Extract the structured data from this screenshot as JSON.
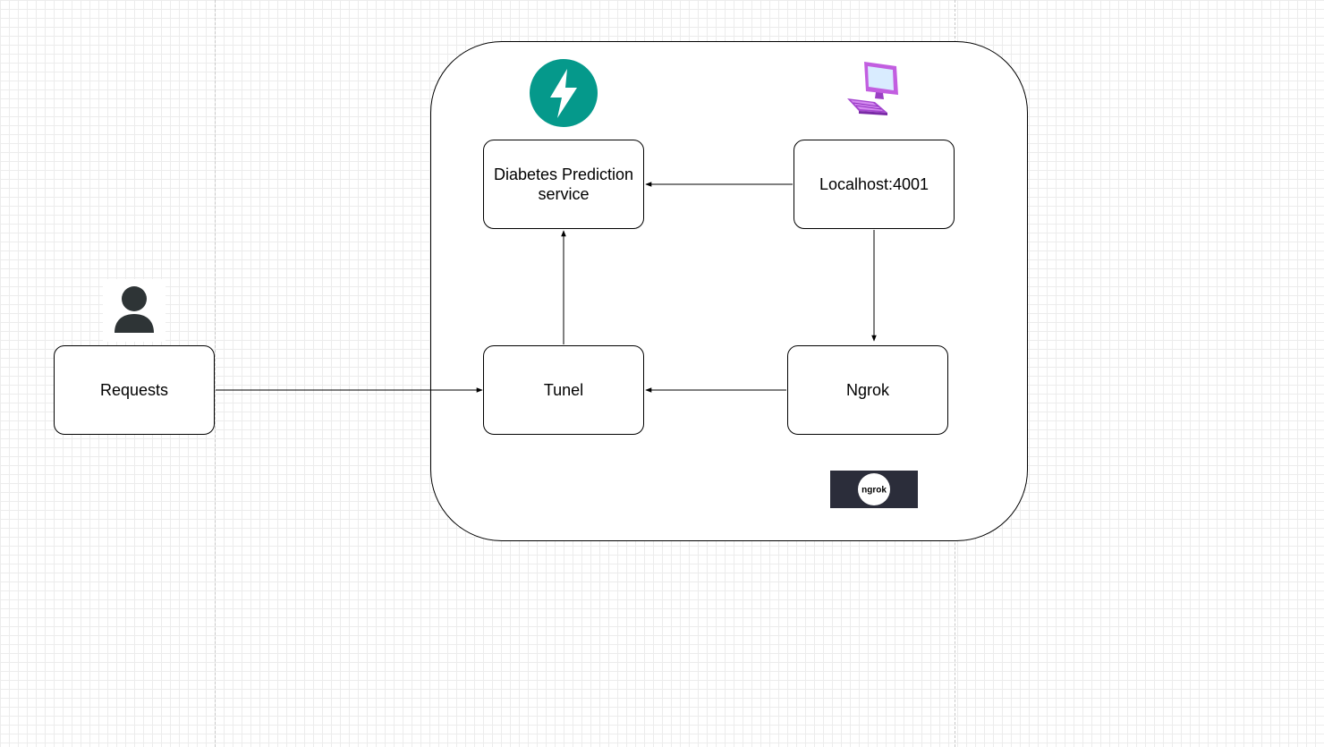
{
  "nodes": {
    "requests": "Requests",
    "tunel": "Tunel",
    "diabetes": "Diabetes Prediction service",
    "localhost": "Localhost:4001",
    "ngrok": "Ngrok"
  },
  "logos": {
    "ngrok_logo_text": "ngrok"
  },
  "icons": {
    "user": "user-icon",
    "fastapi": "fastapi-lightning-icon",
    "computer": "computer-icon",
    "ngrok_logo": "ngrok-logo-icon"
  },
  "colors": {
    "fastapi_teal": "#05998b",
    "ngrok_dark": "#2b2d3a",
    "computer_purple": "#b04fd8"
  }
}
